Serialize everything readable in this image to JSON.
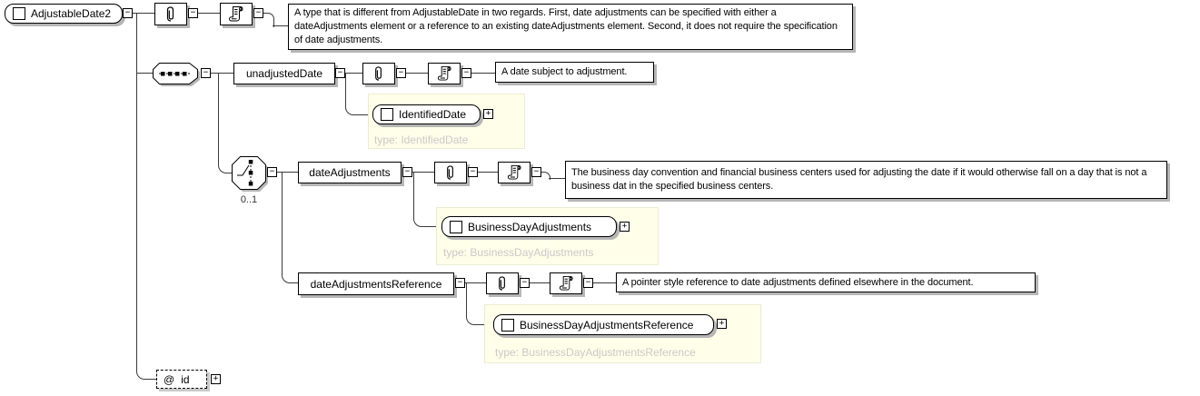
{
  "root": {
    "label": "AdjustableDate2",
    "doc": "A type that is different from AdjustableDate in two regards. First, date adjustments can be specified with either a dateAdjustments element or a reference to an existing dateAdjustments element. Second, it does not require the specification of date adjustments."
  },
  "unadjustedDate": {
    "label": "unadjustedDate",
    "doc": "A date subject to adjustment.",
    "type_element": "IdentifiedDate",
    "type_caption": "type: IdentifiedDate"
  },
  "choice": {
    "occurrence": "0..1"
  },
  "dateAdjustments": {
    "label": "dateAdjustments",
    "doc": "The business day convention and financial business centers used for adjusting the date if it would otherwise fall on a day that is not a business dat in the specified business centers.",
    "type_element": "BusinessDayAdjustments",
    "type_caption": "type: BusinessDayAdjustments"
  },
  "dateAdjustmentsReference": {
    "label": "dateAdjustmentsReference",
    "doc": "A pointer style reference to date adjustments defined elsewhere in the document.",
    "type_element": "BusinessDayAdjustmentsReference",
    "type_caption": "type: BusinessDayAdjustmentsReference"
  },
  "attribute": {
    "symbol": "@",
    "label": "id"
  },
  "icons": {
    "collapse": "−",
    "expand": "+"
  },
  "colors": {
    "panel": "#fffee9",
    "shadow": "#b6b6b6",
    "line": "#3a3a3a",
    "muted": "#c9c9c9"
  }
}
